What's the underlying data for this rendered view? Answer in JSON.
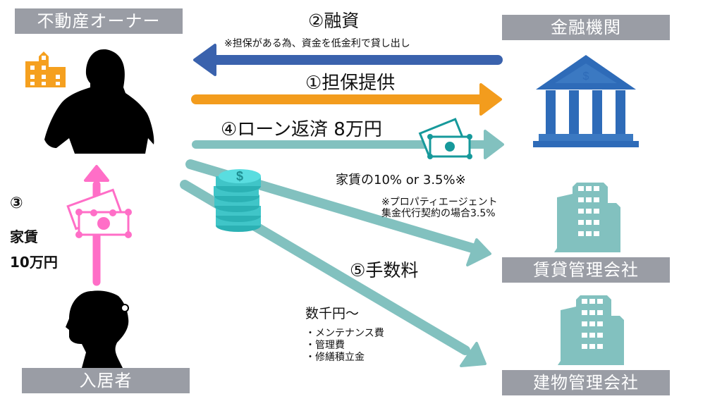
{
  "diagram_title": "",
  "colors": {
    "label_bg": "#9a9da5",
    "label_text": "#ffffff",
    "loan_arrow": "#3a62ad",
    "collateral_arrow": "#f39c1d",
    "teal_arrow": "#82c1bf",
    "rent_arrow": "#ff6ec7",
    "bank_icon": "#2e6bb8",
    "owner_building_icon": "#f5a01f",
    "company_building_icon": "#82c1bf",
    "coin": "#40c5c8",
    "banknote_teal": "#16999b"
  },
  "entities": {
    "owner": "不動産オーナー",
    "bank": "金融機関",
    "tenant": "入居者",
    "rental_mgmt": "賃貸管理会社",
    "building_mgmt": "建物管理会社"
  },
  "flows": {
    "loan": {
      "title": "②融資",
      "note": "※担保がある為、資金を低金利で貸し出し"
    },
    "collateral": {
      "title": "①担保提供"
    },
    "repayment": {
      "title": "④ローン返済 8万円"
    },
    "rent": {
      "number": "③",
      "line1": "家賃",
      "line2": "10万円"
    },
    "fee": {
      "title": "⑤手数料",
      "rental_rate": "家賃の10% or 3.5%※",
      "rental_note_line1": "※プロパティエージェント",
      "rental_note_line2": "集金代行契約の場合3.5%",
      "building_amount": "数千円～",
      "building_items": [
        "・メンテナンス費",
        "・管理費",
        "・修繕積立金"
      ]
    }
  },
  "icons": {
    "bank": "bank-icon",
    "owner_building": "building-icon",
    "owner": "man-silhouette-icon",
    "tenant": "woman-silhouette-icon",
    "coins": "coin-stack-icon",
    "banknote": "banknote-icon",
    "office": "office-building-icon"
  }
}
